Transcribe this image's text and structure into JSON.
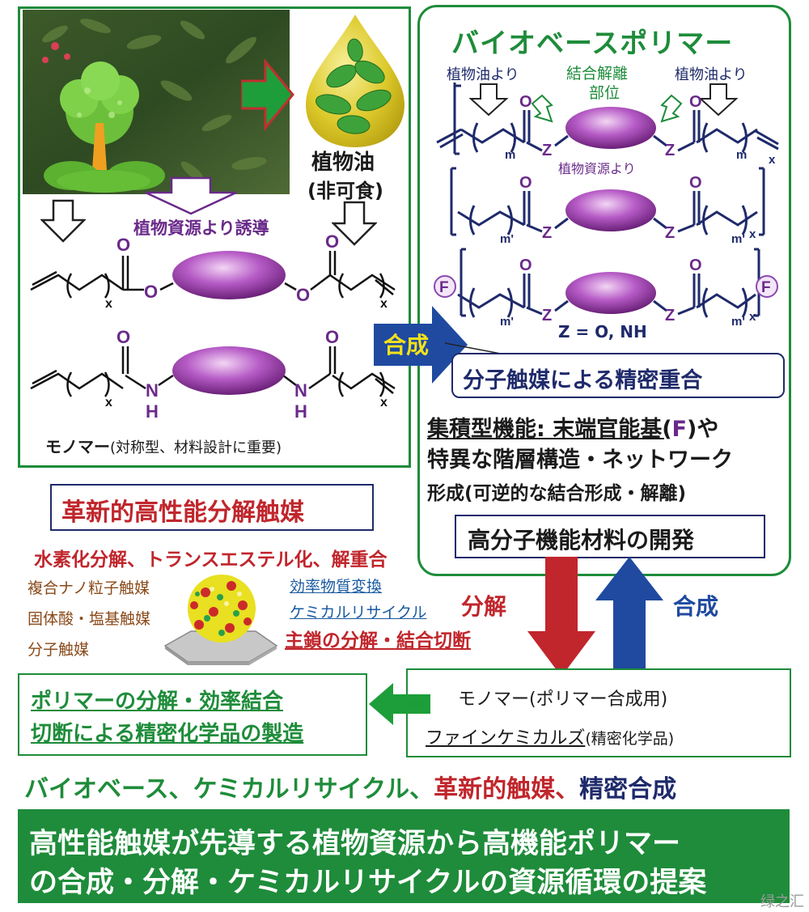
{
  "plant": {
    "oil_label": "植物油",
    "oil_sub": "(非可食)",
    "derive_label": "植物資源より誘導",
    "monomer_label": "モノマー",
    "monomer_note": "(対称型、材料設計に重要)"
  },
  "chem": {
    "O": "O",
    "N": "N",
    "H": "H",
    "x": "x",
    "m": "m",
    "m_prime": "m'",
    "Z": "Z",
    "F": "F",
    "z_def": "Z = O, NH"
  },
  "polymer": {
    "title": "バイオベースポリマー",
    "veg_oil_left": "植物油より",
    "veg_oil_right": "植物油より",
    "bond_site_1": "結合解離",
    "bond_site_2": "部位",
    "plant_resource": "植物資源より"
  },
  "synthesis": {
    "arrow_label": "合成",
    "precise_polymerization": "分子触媒による精密重合",
    "integrated_1": "集積型機能: 末端官能基(",
    "integrated_F": "F",
    "integrated_2": ")や",
    "integrated_3": "特異な階層構造・ネットワーク",
    "integrated_4": "形成(可逆的な結合形成・解離)",
    "development": "高分子機能材料の開発"
  },
  "catalyst": {
    "title": "革新的高性能分解触媒",
    "reactions": "水素化分解、トランスエステル化、解重合",
    "types": [
      "複合ナノ粒子触媒",
      "固体酸・塩基触媒",
      "分子触媒"
    ],
    "effects": [
      "効率物質変換",
      "ケミカルリサイクル"
    ],
    "main_chain": "主鎖の分解・結合切断"
  },
  "cycle": {
    "decompose": "分解",
    "synthesize": "合成"
  },
  "outputs": {
    "monomer_use": "モノマー(ポリマー合成用)",
    "fine_chem": "ファインケミカルズ",
    "fine_chem_note": "(精密化学品)",
    "left_1": "ポリマーの分解・効率結合",
    "left_2": "切断による精密化学品の製造"
  },
  "keywords": {
    "k1": "バイオベース、",
    "k2": "ケミカルリサイクル、",
    "k3": "革新的触媒、",
    "k4": "精密合成"
  },
  "banner": {
    "line1": "高性能触媒が先導する植物資源から高機能ポリマー",
    "line2": "の合成・分解・ケミカルリサイクルの資源循環の提案"
  },
  "watermark": "绿之汇",
  "colors": {
    "green": "#1e8c3a",
    "navy": "#1f2a6b",
    "red": "#c0262c",
    "purple": "#6a2a8a",
    "banner": "#1e8c3a"
  }
}
